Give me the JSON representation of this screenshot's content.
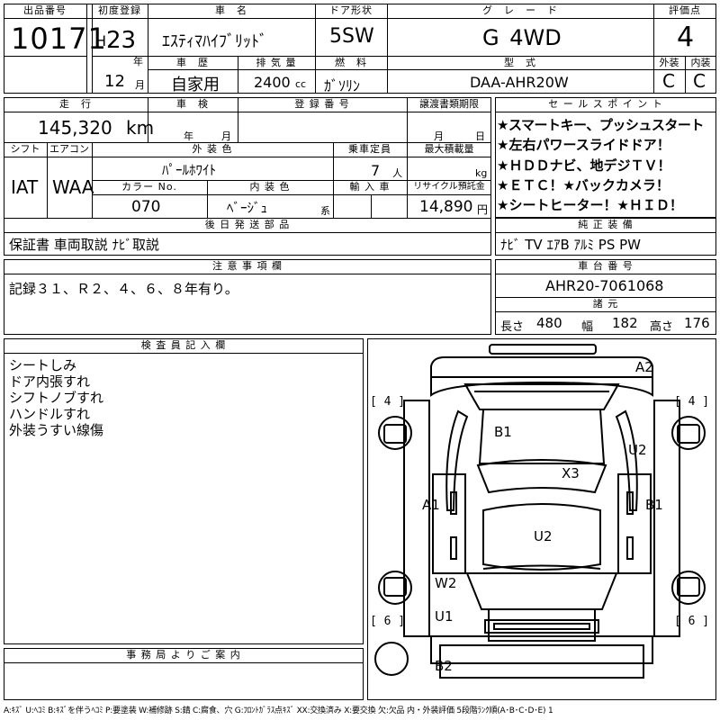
{
  "top": {
    "lot_no_label": "出品番号",
    "lot_no": "10171",
    "reg_label": "初度登録",
    "era": "H",
    "year_num": "23",
    "year_unit": "年",
    "month_num": "12",
    "month_unit": "月",
    "car_name_label": "車　名",
    "car_name": "ｴｽﾃｨﾏﾊｲﾌﾞﾘｯﾄﾞ",
    "door_label": "ドア形状",
    "door": "5SW",
    "grade_label": "グ　レ　ー　ド",
    "grade": "G 4WD",
    "score_label": "評価点",
    "score": "4",
    "history_label": "車　歴",
    "history": "自家用",
    "displacement_label": "排 気 量",
    "displacement": "2400",
    "displacement_unit": "cc",
    "fuel_label": "燃　料",
    "fuel": "ｶﾞｿﾘﾝ",
    "model_label": "型　式",
    "model": "DAA-AHR20W",
    "ext_label": "外装",
    "ext": "C",
    "int_label": "内装",
    "int": "C"
  },
  "mid": {
    "mileage_label": "走　行",
    "mileage": "145,320",
    "mileage_unit": "km",
    "inspection_label": "車　検",
    "inspection_year_unit": "年",
    "inspection_month_unit": "月",
    "plate_label": "登 録 番 号",
    "transfer_label": "譲渡書類期限",
    "transfer_month_unit": "月",
    "transfer_day_unit": "日",
    "shift_label": "シフト",
    "ac_label": "エアコン",
    "exterior_color_label": "外 装 色",
    "exterior_color": "ﾊﾟｰﾙﾎﾜｲﾄ",
    "capacity_label": "乗車定員",
    "capacity": "7",
    "capacity_unit": "人",
    "load_label": "最大積載量",
    "load_unit": "kg",
    "shift": "IAT",
    "ac": "WAA",
    "color_no_label": "カラー No.",
    "color_no": "070",
    "interior_color_label": "内 装 色",
    "interior_color": "ﾍﾞｰｼﾞｭ",
    "interior_suffix": "系",
    "import_label": "輸 入 車",
    "recycle_label": "リサイクル預託金",
    "recycle": "14,890",
    "recycle_unit": "円",
    "later_parts_label": "後 日 発 送 部 品",
    "later_parts": "保証書 車両取説 ﾅﾋﾞ取説"
  },
  "sales": {
    "label": "セ ー ル ス ポ イ ン ト",
    "points": [
      "★スマートキー、プッシュスタート",
      "★左右パワースライドドア！",
      "★ＨＤＤナビ、地デジＴＶ！",
      "★ＥＴＣ！★バックカメラ！",
      "★シートヒーター！★ＨＩＤ！"
    ]
  },
  "equipment": {
    "label": "純 正 装 備",
    "value": "ﾅﾋﾞ TV ｴｱB ｱﾙﾐ PS PW"
  },
  "notes": {
    "label": "注 意 事 項 欄",
    "value": "記録３１、Ｒ２、４、６、８年有り。"
  },
  "chassis": {
    "label": "車 台 番 号",
    "value": "AHR20-7061068",
    "dims_label": "諸 元",
    "length_label": "長さ",
    "length": "480",
    "width_label": "幅",
    "width": "182",
    "height_label": "高さ",
    "height": "176"
  },
  "inspector": {
    "label": "検 査 員 記 入 欄",
    "lines": [
      "シートしみ",
      "ドア内張すれ",
      "シフトノブすれ",
      "ハンドルすれ",
      "外装うすい線傷"
    ]
  },
  "office": {
    "label": "事 務 局 よ り ご 案 内"
  },
  "diagram": {
    "tire_fl": "[ 4 ]",
    "tire_fr": "[ 4 ]",
    "tire_rl": "[ 6 ]",
    "tire_rr": "[ 6 ]",
    "marks": {
      "a2": "A2",
      "b1_roof": "B1",
      "u2_right": "U2",
      "x3": "X3",
      "a1": "A1",
      "b1_right": "B1",
      "u2_center": "U2",
      "w2": "W2",
      "u1": "U1",
      "b2": "B2"
    }
  },
  "legend": "A:ｷｽﾞ U:ﾍｺﾐ B:ｷｽﾞを伴うﾍｺﾐ P:要塗装 W:補修跡 S:錆 C:腐食、穴 G:ﾌﾛﾝﾄｶﾞﾗｽ点ｷｽﾞ XX:交換済み X:要交換 欠:欠品 内・外装評価 5段階ﾗﾝｸ順(A･B･C･D･E) 1"
}
